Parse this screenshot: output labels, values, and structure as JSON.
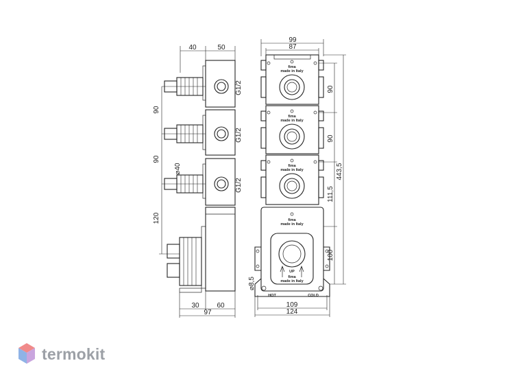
{
  "side_view": {
    "dims_top": [
      "40",
      "50"
    ],
    "dims_left": [
      "90",
      "90",
      "120"
    ],
    "dims_bottom": [
      "30",
      "60"
    ],
    "dim_total": "97",
    "diameter": "⌀40",
    "thread_labels": [
      "G1/2",
      "G1/2",
      "G1/2"
    ]
  },
  "front_view": {
    "dims_top": [
      "99",
      "87"
    ],
    "dims_right": [
      "90",
      "90",
      "111,5",
      "100"
    ],
    "dim_height": "443,5",
    "dims_bottom": [
      "109",
      "124"
    ],
    "hole_diameter": "⌀8,5",
    "module_text": {
      "brand": "fima",
      "origin": "made in Italy"
    },
    "mixer_text": {
      "up": "UP",
      "hot": "HOT",
      "cold": "COLD"
    }
  },
  "watermark": {
    "text": "termokit",
    "colors": {
      "hex_top": "#f08a8a",
      "hex_left": "#8fb3e6",
      "hex_right": "#c9a5de",
      "text": "#9ca0a6"
    }
  }
}
